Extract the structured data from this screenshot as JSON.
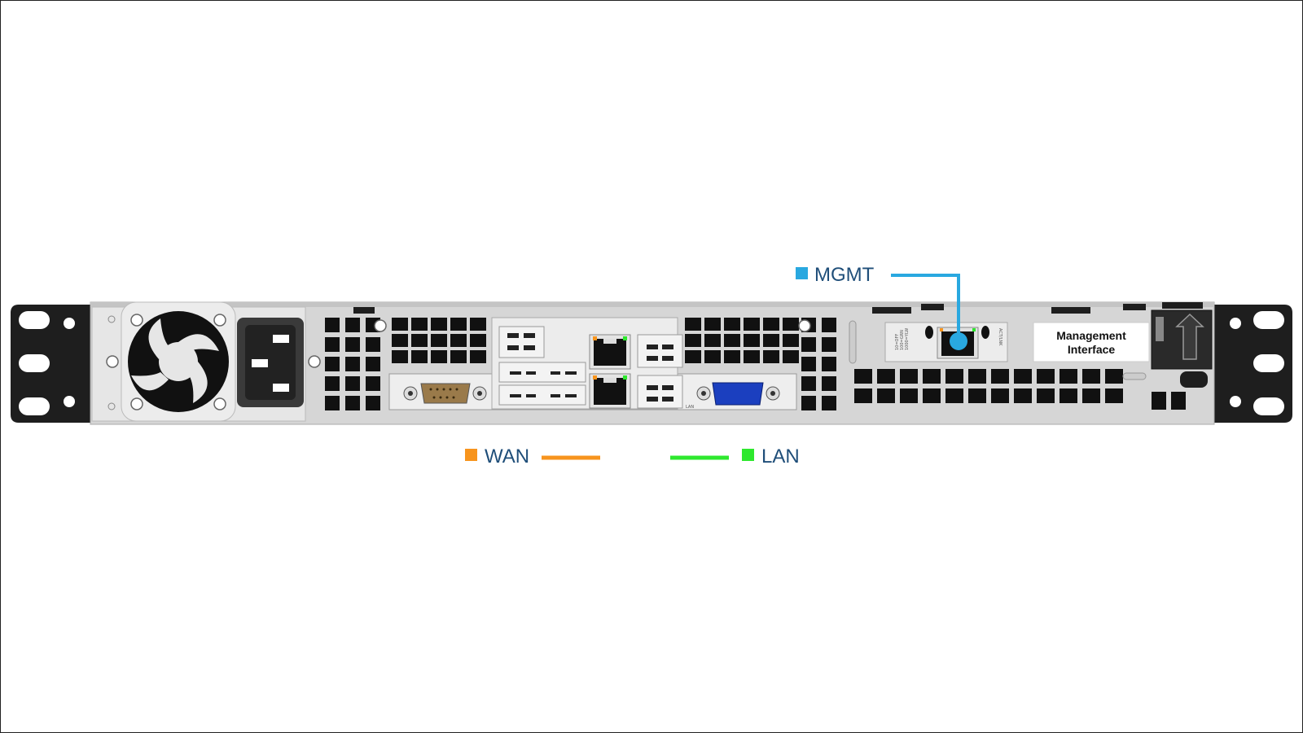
{
  "callouts": {
    "mgmt": {
      "label": "MGMT",
      "color": "#29a8e0"
    },
    "wan": {
      "label": "WAN",
      "color": "#f7941d"
    },
    "lan": {
      "label": "LAN",
      "color": "#2ee82e"
    }
  },
  "device": {
    "mgmt_panel_label_line1": "Management",
    "mgmt_panel_label_line2": "Interface",
    "mgmt_port_tiny_text": [
      "10=OFF",
      "100=GRN",
      "1000=YLW"
    ],
    "actlnk_text": "ACT/LNK",
    "lan_port_tiny_text": "LAN"
  },
  "colors": {
    "chassis": "#d6d6d6",
    "bracket": "#1e1e1e",
    "vga": "#1b3fbf",
    "serial": "#9a7a4a"
  }
}
